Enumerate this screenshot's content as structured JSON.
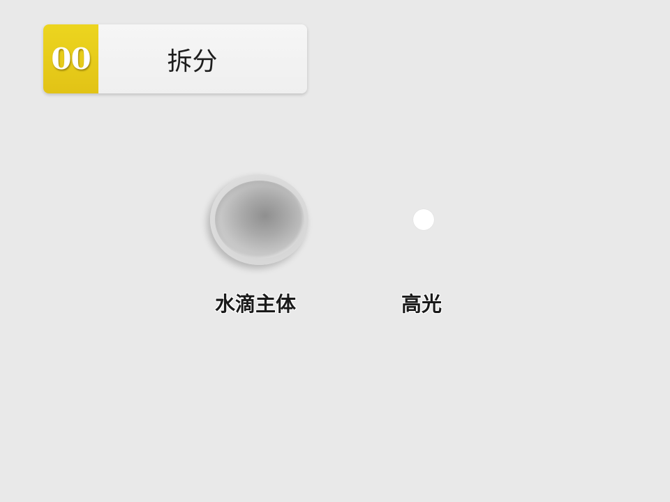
{
  "header": {
    "number": "00",
    "title": "拆分"
  },
  "parts": [
    {
      "label": "水滴主体"
    },
    {
      "label": "高光"
    }
  ],
  "colors": {
    "background": "#e9e9e9",
    "accent_yellow": "#e6c81a",
    "text": "#1a1a1a",
    "highlight": "#ffffff"
  }
}
